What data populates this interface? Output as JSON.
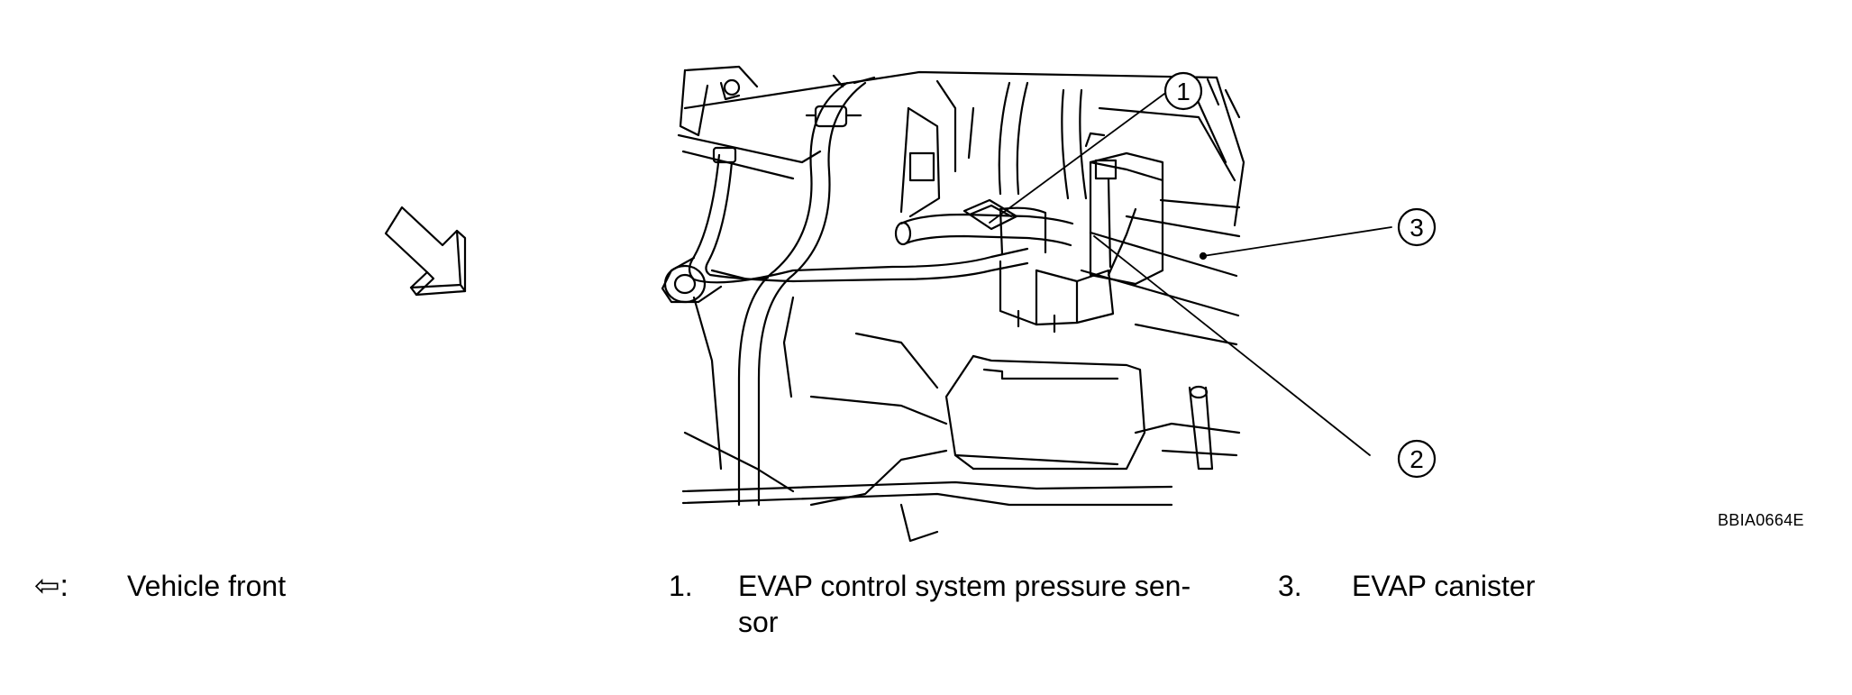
{
  "figure_code": "BBIA0664E",
  "callouts": [
    "1",
    "2",
    "3"
  ],
  "legend": {
    "arrow_symbol": "⇦:",
    "arrow_icon": "front-arrow-icon",
    "vehicle_front": "Vehicle front",
    "item1_num": "1.",
    "item1_text": "EVAP control system pressure sen-",
    "item1_text_cont": "sor",
    "item3_num": "3.",
    "item3_text": "EVAP canister"
  }
}
